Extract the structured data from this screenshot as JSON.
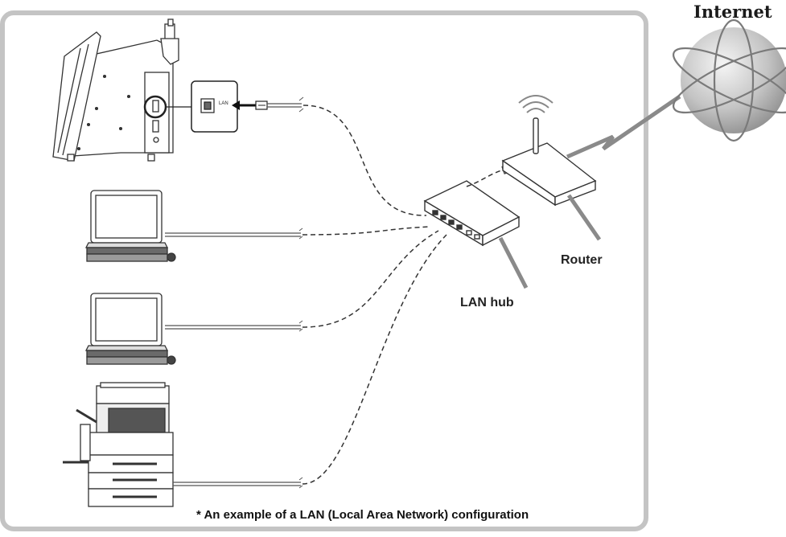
{
  "labels": {
    "internet": "Internet",
    "router": "Router",
    "hub": "LAN hub",
    "lan_port": "LAN",
    "footnote": "* An example of a LAN (Local Area Network) configuration"
  },
  "colors": {
    "frame": "#c4c4c4",
    "line": "#333333",
    "cable": "#555555",
    "leader": "#8a8a8a",
    "globe_light": "#f2f2f2",
    "globe_dark": "#8f8f8f"
  }
}
